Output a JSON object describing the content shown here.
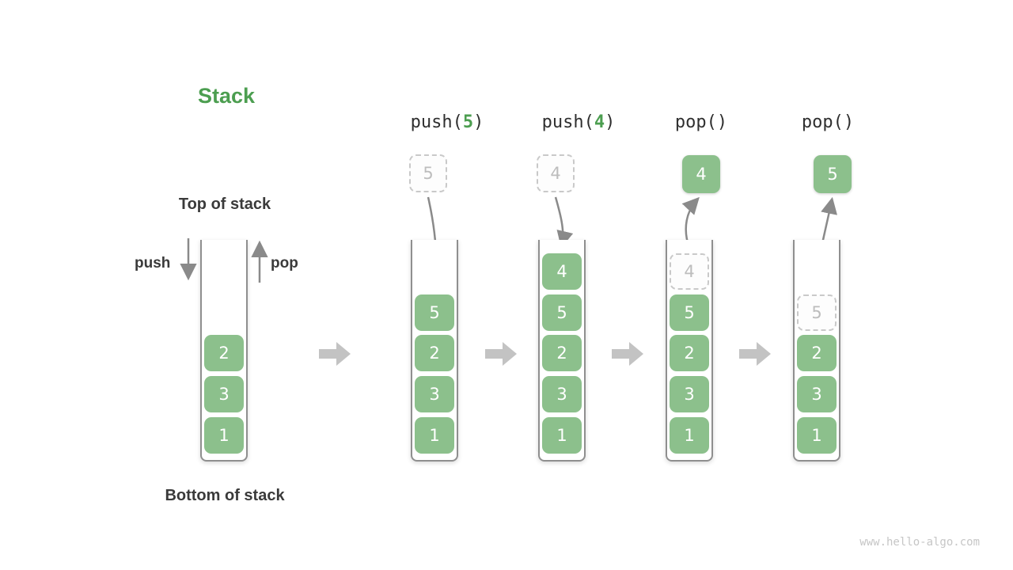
{
  "diagram": {
    "title": "Stack",
    "top_label": "Top of stack",
    "bottom_label": "Bottom of stack",
    "push_arrow_label": "push",
    "pop_arrow_label": "pop",
    "watermark": "www.hello-algo.com"
  },
  "colors": {
    "box_green": "#8cc08c",
    "accent_green": "#4c9e50",
    "text_dark": "#3a3a3a",
    "curved_arrow_gray": "#8a8a8a",
    "block_arrow_gray": "#c3c3c3",
    "ghost_gray": "#bdbdbd"
  },
  "columns": [
    {
      "name": "initial",
      "cells": [
        {
          "v": "2"
        },
        {
          "v": "3"
        },
        {
          "v": "1"
        }
      ]
    },
    {
      "name": "push-5",
      "op": {
        "pre": "push(",
        "arg": "5",
        "post": ")"
      },
      "floating": {
        "v": "5"
      },
      "cells": [
        {
          "v": "5"
        },
        {
          "v": "2"
        },
        {
          "v": "3"
        },
        {
          "v": "1"
        }
      ]
    },
    {
      "name": "push-4",
      "op": {
        "pre": "push(",
        "arg": "4",
        "post": ")"
      },
      "floating": {
        "v": "4"
      },
      "cells": [
        {
          "v": "4"
        },
        {
          "v": "5"
        },
        {
          "v": "2"
        },
        {
          "v": "3"
        },
        {
          "v": "1"
        }
      ]
    },
    {
      "name": "pop-first",
      "op": {
        "pre": "pop(",
        "arg": "",
        "post": ")"
      },
      "floating": {
        "v": "4"
      },
      "ghost": {
        "v": "4"
      },
      "cells": [
        {
          "v": "5"
        },
        {
          "v": "2"
        },
        {
          "v": "3"
        },
        {
          "v": "1"
        }
      ]
    },
    {
      "name": "pop-second",
      "op": {
        "pre": "pop(",
        "arg": "",
        "post": ")"
      },
      "floating": {
        "v": "5"
      },
      "ghost": {
        "v": "5"
      },
      "cells": [
        {
          "v": "2"
        },
        {
          "v": "3"
        },
        {
          "v": "1"
        }
      ]
    }
  ]
}
